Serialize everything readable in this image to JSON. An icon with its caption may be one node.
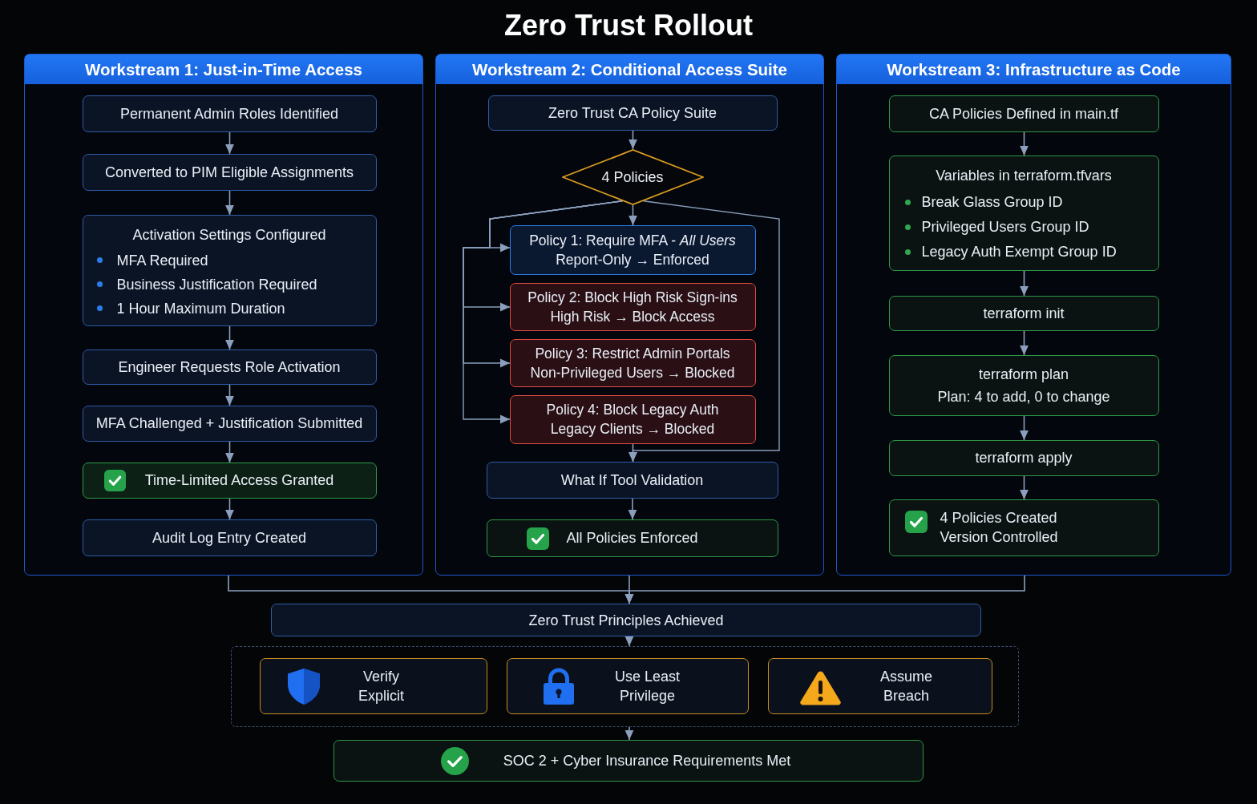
{
  "diagram": {
    "title": "Zero Trust Rollout",
    "nodes": [
      {
        "text": [
          "Workstream 1: Just-in-Time Access"
        ]
      },
      {
        "text": [
          "Permanent Admin Roles Identified"
        ],
        "in": 0
      },
      {
        "text": [
          "Converted to PIM Eligible Assignments"
        ],
        "in": 0
      },
      {
        "text": [
          "Activation Settings Configured",
          "MFA Required",
          "Business Justification Required",
          "1 Hour Maximum Duration"
        ],
        "in": 0
      },
      {
        "text": [
          "Engineer Requests Role Activation"
        ],
        "in": 0
      },
      {
        "text": [
          "MFA Challenged + Justification Submitted"
        ],
        "in": 0
      },
      {
        "text": [
          "Time-Limited Access Granted"
        ],
        "in": 0
      },
      {
        "text": [
          "Audit Log Entry Created"
        ],
        "in": 0
      },
      {
        "text": [
          "Workstream 2: Conditional Access Suite"
        ]
      },
      {
        "text": [
          "Zero Trust CA Policy Suite"
        ],
        "in": 8
      },
      {
        "text": [
          "4 Policies"
        ],
        "in": 8
      },
      {
        "text": [
          "Policy 1: Require MFA - *All Users*",
          "Report-Only → Enforced"
        ],
        "in": 8
      },
      {
        "text": [
          "Policy 2: Block High Risk Sign-ins",
          "High Risk → Block Access"
        ],
        "in": 8
      },
      {
        "text": [
          "Policy 3: Restrict Admin Portals",
          "Non-Privileged Users → Blocked"
        ],
        "in": 8
      },
      {
        "text": [
          "Policy 4: Block Legacy Auth",
          "Legacy Clients → Blocked"
        ],
        "in": 8
      },
      {
        "text": [
          "What If Tool Validation"
        ],
        "in": 8
      },
      {
        "text": [
          "All Policies Enforced"
        ],
        "in": 8
      },
      {
        "text": [
          "Workstream 3: Infrastructure as Code"
        ]
      },
      {
        "text": [
          "CA Policies Defined in main.tf"
        ],
        "in": 17
      },
      {
        "text": [
          "Variables in terraform.tfvars",
          "Break Glass Group ID",
          "Privileged Users Group ID",
          "Legacy Auth Exempt Group ID"
        ],
        "in": 17
      },
      {
        "text": [
          "terraform init"
        ],
        "in": 17
      },
      {
        "text": [
          "terraform plan",
          "Plan: 4 to add, 0 to change"
        ],
        "in": 17
      },
      {
        "text": [
          "terraform apply"
        ],
        "in": 17
      },
      {
        "text": [
          "4 Policies Created",
          "Version Controlled"
        ],
        "in": 17
      },
      {
        "text": [
          "Zero Trust Principles Achieved"
        ]
      },
      {
        "text": [],
        "shape": "box"
      },
      {
        "text": [
          "Verify Explicit"
        ],
        "in": 25
      },
      {
        "text": [
          "Use Least Privilege"
        ],
        "in": 25
      },
      {
        "text": [
          "Assume Breach"
        ],
        "in": 25
      },
      {
        "text": [
          "SOC 2 + Cyber Insurance Requirements Met"
        ]
      }
    ],
    "edges": [
      {
        "from": 1,
        "to": 2,
        "arrow": "to"
      },
      {
        "from": 2,
        "to": 3,
        "arrow": "to"
      },
      {
        "from": 3,
        "to": 4,
        "arrow": "to"
      },
      {
        "from": 4,
        "to": 5,
        "arrow": "to"
      },
      {
        "from": 5,
        "to": 6,
        "arrow": "to"
      },
      {
        "from": 6,
        "to": 7,
        "arrow": "to"
      },
      {
        "from": 9,
        "to": 10,
        "arrow": "to"
      },
      {
        "from": 10,
        "to": 11,
        "arrow": "to"
      },
      {
        "from": 10,
        "to": 11,
        "arrow": "to"
      },
      {
        "from": 10,
        "to": 12,
        "arrow": "to"
      },
      {
        "from": 10,
        "to": 13,
        "arrow": "to"
      },
      {
        "from": 10,
        "to": 14,
        "arrow": "to"
      },
      {
        "from": 10,
        "to": 15,
        "arrow": "to"
      },
      {
        "from": 14,
        "to": 15,
        "arrow": "to"
      },
      {
        "from": 15,
        "to": 16,
        "arrow": "to"
      },
      {
        "from": 18,
        "to": 19,
        "arrow": "to"
      },
      {
        "from": 19,
        "to": 20,
        "arrow": "to"
      },
      {
        "from": 20,
        "to": 21,
        "arrow": "to"
      },
      {
        "from": 21,
        "to": 22,
        "arrow": "to"
      },
      {
        "from": 22,
        "to": 23,
        "arrow": "to"
      },
      {
        "from": 0,
        "to": 24,
        "arrow": "to"
      },
      {
        "from": 8,
        "to": 24,
        "arrow": "to"
      },
      {
        "from": 17,
        "to": 24,
        "arrow": "to"
      },
      {
        "from": 24,
        "to": 25,
        "arrow": "to"
      },
      {
        "from": 25,
        "to": 29,
        "arrow": "to"
      }
    ]
  }
}
